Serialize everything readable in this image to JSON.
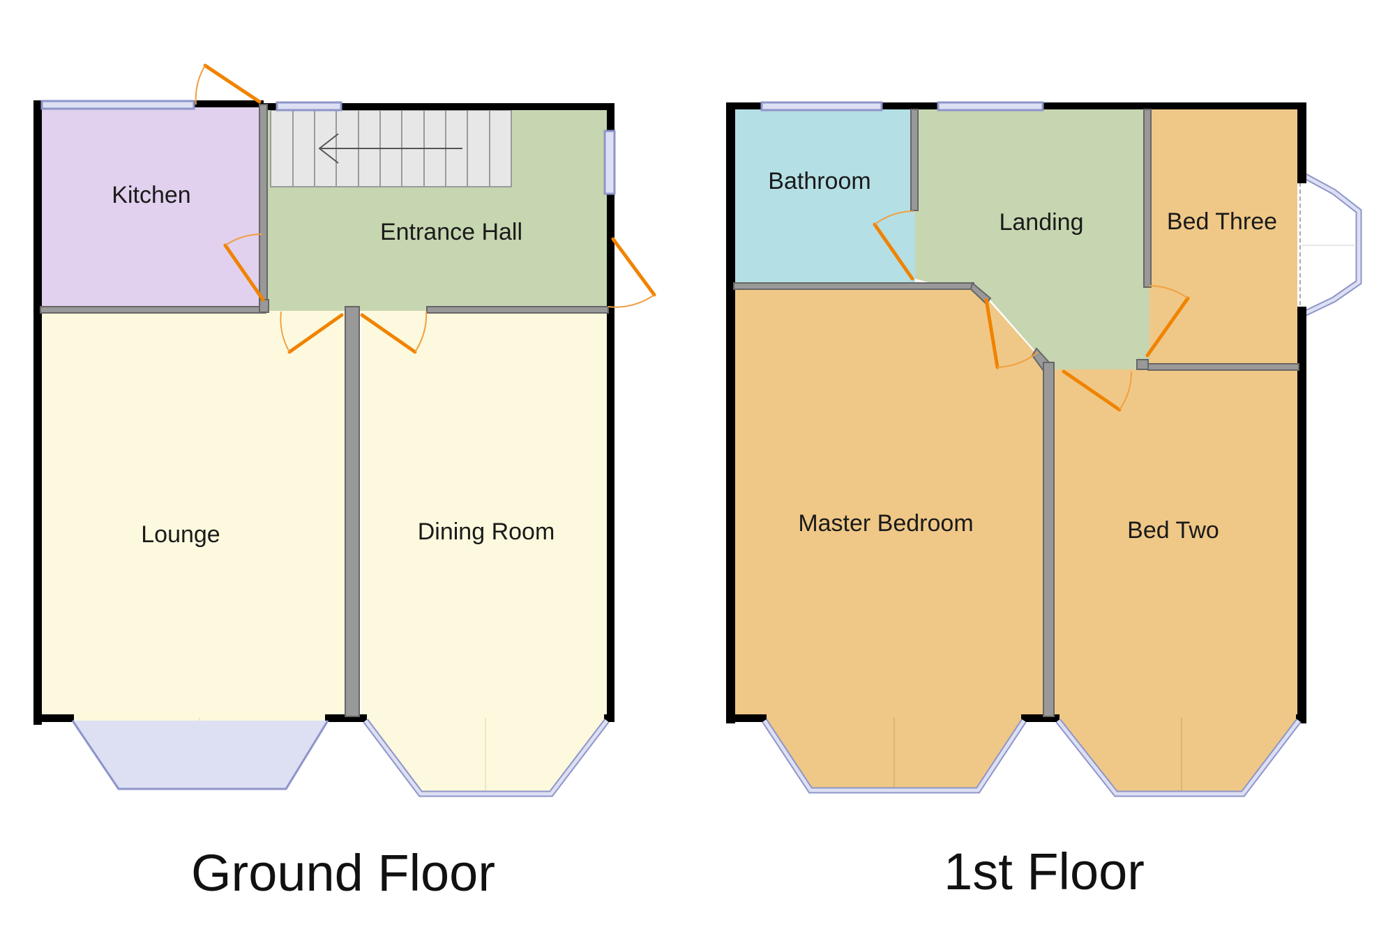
{
  "floors": {
    "ground": {
      "title": "Ground Floor",
      "rooms": {
        "kitchen": "Kitchen",
        "entrance_hall": "Entrance Hall",
        "lounge": "Lounge",
        "dining_room": "Dining Room"
      }
    },
    "first": {
      "title": "1st Floor",
      "rooms": {
        "bathroom": "Bathroom",
        "landing": "Landing",
        "bed_three": "Bed Three",
        "master_bedroom": "Master Bedroom",
        "bed_two": "Bed Two"
      }
    }
  },
  "colors": {
    "kitchen": "#e1d0ee",
    "entrance_hall": "#c6d6b0",
    "lounge": "#fdf9de",
    "dining_room": "#fdf9de",
    "bathroom": "#b4dfe5",
    "landing": "#c6d6b0",
    "bedrooms": "#efc887",
    "walls": "#000000",
    "doors": "#f08300",
    "windows": "#dde0f3"
  }
}
